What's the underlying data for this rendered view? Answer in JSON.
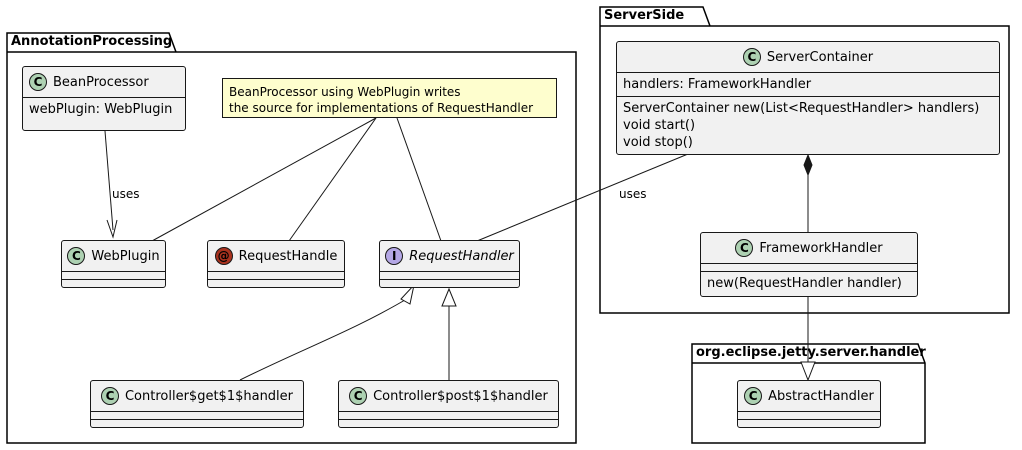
{
  "packages": {
    "annotation_processing": "AnnotationProcessing",
    "server_side": "ServerSide",
    "jetty": "org.eclipse.jetty.server.handler"
  },
  "classes": {
    "bean_processor": {
      "stereotype": "C",
      "name": "BeanProcessor",
      "fields": [
        "webPlugin: WebPlugin"
      ]
    },
    "web_plugin": {
      "stereotype": "C",
      "name": "WebPlugin"
    },
    "request_handle": {
      "stereotype": "@",
      "name": "RequestHandle"
    },
    "request_handler": {
      "stereotype": "I",
      "name": "RequestHandler"
    },
    "controller_get": {
      "stereotype": "C",
      "name": "Controller$get$1$handler"
    },
    "controller_post": {
      "stereotype": "C",
      "name": "Controller$post$1$handler"
    },
    "server_container": {
      "stereotype": "C",
      "name": "ServerContainer",
      "fields": [
        "handlers: FrameworkHandler"
      ],
      "methods": [
        "ServerContainer new(List<RequestHandler> handlers)",
        "void start()",
        "void stop()"
      ]
    },
    "framework_handler": {
      "stereotype": "C",
      "name": "FrameworkHandler",
      "methods": [
        "new(RequestHandler handler)"
      ]
    },
    "abstract_handler": {
      "stereotype": "C",
      "name": "AbstractHandler"
    }
  },
  "note": {
    "line1": "BeanProcessor using WebPlugin writes",
    "line2": "the source for implementations of RequestHandler"
  },
  "labels": {
    "uses_web_plugin": "uses",
    "uses_request_handler": "uses"
  },
  "colors": {
    "class_bg": "#f1f1f1",
    "note_bg": "#fefece",
    "class_stereo": "#add1b2",
    "annotation_stereo": "#a9321e",
    "interface_stereo": "#b4a7e5",
    "line": "#181818"
  }
}
